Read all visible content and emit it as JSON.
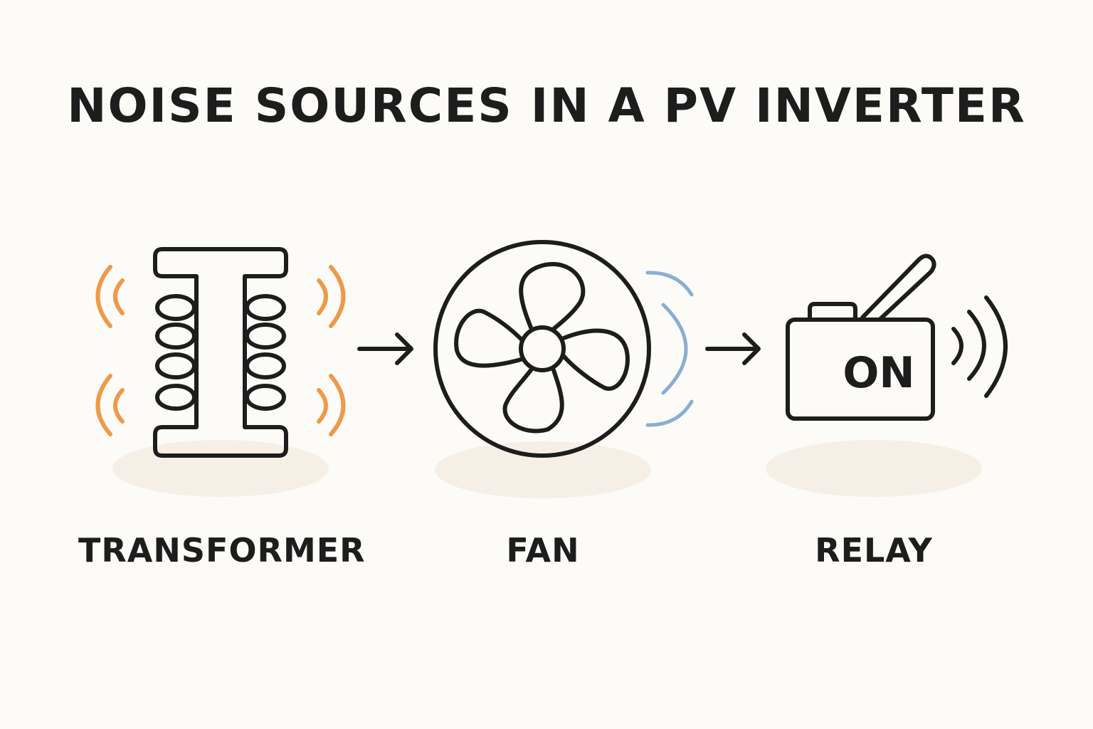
{
  "title": "NOISE SOURCES IN A PV INVERTER",
  "components": [
    {
      "label": "TRANSFORMER",
      "icon": "transformer-icon",
      "wave_color": "#ee9a4a"
    },
    {
      "label": "FAN",
      "icon": "fan-icon",
      "wave_color": "#8aaed0"
    },
    {
      "label": "RELAY",
      "icon": "relay-icon",
      "wave_color": "#1d1d1d",
      "status": "ON"
    }
  ],
  "colors": {
    "stroke": "#1d1d1d",
    "background": "#fcfbf8",
    "shadow": "#f5efe6"
  }
}
